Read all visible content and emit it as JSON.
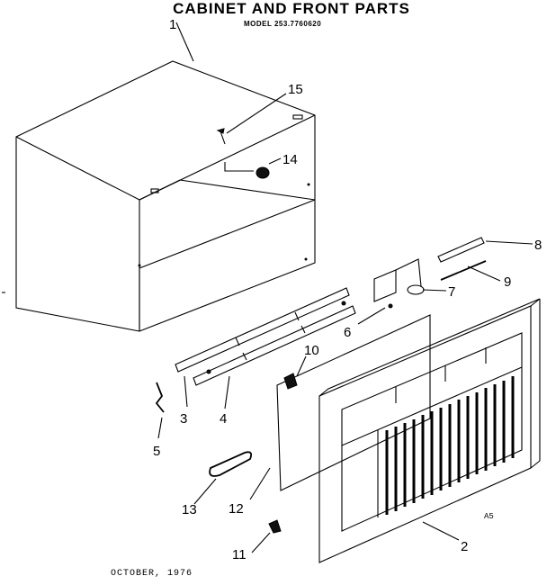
{
  "header": {
    "title": "CABINET AND FRONT PARTS",
    "model": "MODEL 253.7760620"
  },
  "footer": {
    "date": "OCTOBER,  1976"
  },
  "callouts": {
    "p1": "1",
    "p2": "2",
    "p3": "3",
    "p4": "4",
    "p5": "5",
    "p6": "6",
    "p7": "7",
    "p8": "8",
    "p9": "9",
    "p10": "10",
    "p11": "11",
    "p12": "12",
    "p13": "13",
    "p14": "14",
    "p15": "15"
  },
  "figure_code": "A5"
}
